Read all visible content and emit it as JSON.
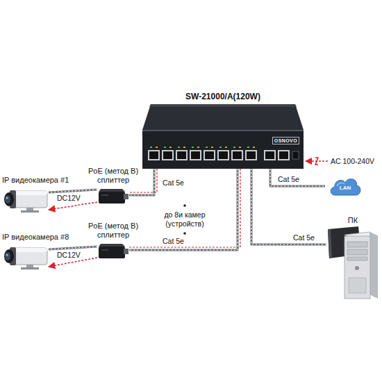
{
  "diagram": {
    "nodes": [
      {
        "text": [
          "SW-21000/A(120W)",
          "OSNOVO"
        ]
      },
      {
        "text": [
          "IP видеокамера #1"
        ]
      },
      {
        "text": [
          "PoE (метод B) сплиттер"
        ]
      },
      {
        "text": [
          "IP видеокамера #8"
        ]
      },
      {
        "text": [
          "PoE (метод B) сплиттер"
        ]
      },
      {
        "text": [
          "LAN"
        ]
      },
      {
        "text": [
          "ПК"
        ]
      }
    ],
    "edges": [
      {
        "from": 0,
        "to": 2,
        "label": "Cat 5e",
        "arrow": "none"
      },
      {
        "from": 2,
        "to": 1,
        "arrow": "none"
      },
      {
        "from": 2,
        "to": 1,
        "label": "DC12V",
        "arrow": "to"
      },
      {
        "from": 0,
        "to": 4,
        "label": "Cat 5e",
        "arrow": "none"
      },
      {
        "from": 4,
        "to": 3,
        "arrow": "none"
      },
      {
        "from": 4,
        "to": 3,
        "label": "DC12V",
        "arrow": "to"
      },
      {
        "from": 0,
        "to": 5,
        "label": "Cat 5e",
        "arrow": "none"
      },
      {
        "from": 0,
        "to": 6,
        "label": "Cat 5e",
        "arrow": "none"
      }
    ],
    "labels": [
      "до 8и камер (устройств)",
      "AC 100-240V"
    ]
  }
}
